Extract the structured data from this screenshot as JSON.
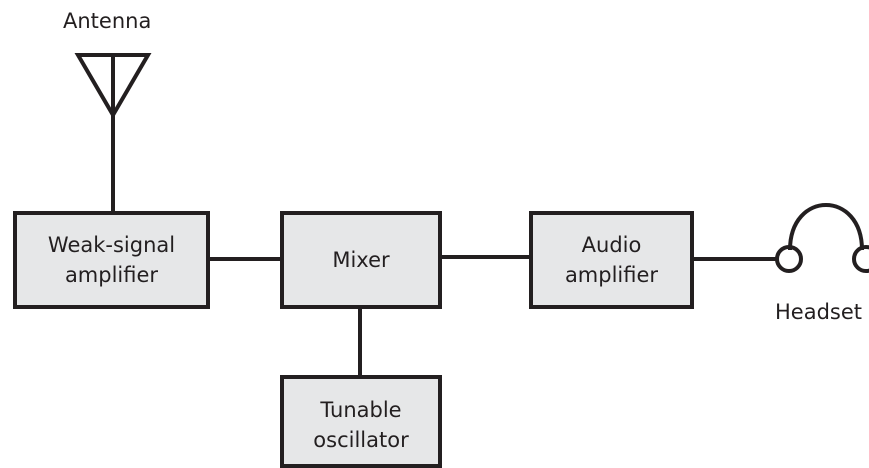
{
  "diagram": {
    "antenna_label": "Antenna",
    "headset_label": "Headset",
    "blocks": {
      "weak_signal_amplifier": {
        "line1": "Weak-signal",
        "line2": "amplifier"
      },
      "mixer": {
        "line1": "Mixer"
      },
      "audio_amplifier": {
        "line1": "Audio",
        "line2": "amplifier"
      },
      "tunable_oscillator": {
        "line1": "Tunable",
        "line2": "oscillator"
      }
    },
    "colors": {
      "block_fill": "#e6e7e8",
      "stroke": "#231f20",
      "text": "#231f20",
      "background": "#ffffff"
    }
  }
}
